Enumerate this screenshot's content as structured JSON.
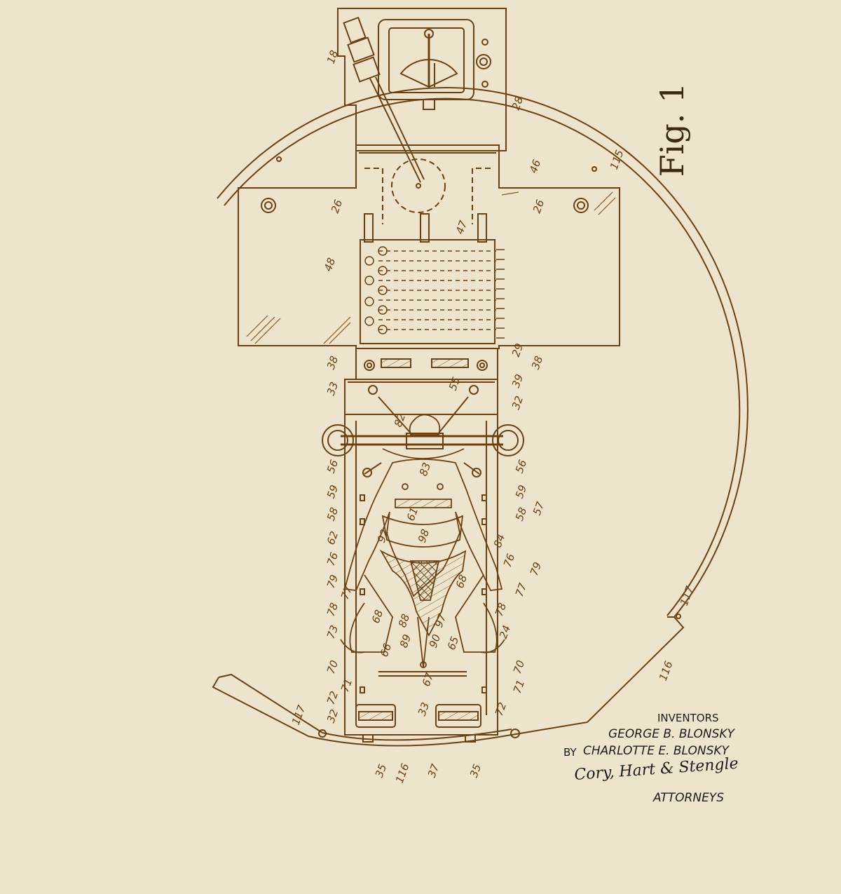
{
  "figure": {
    "label": "Fig. 1"
  },
  "inventors": {
    "heading": "INVENTORS",
    "name_1": "GEORGE B. BLONSKY",
    "by": "BY",
    "name_2": "CHARLOTTE E. BLONSKY",
    "signature": "Cory, Hart & Stengle",
    "attorneys": "ATTORNEYS"
  },
  "reference_numerals": {
    "n18": "18",
    "n28": "28",
    "n115": "115",
    "n46": "46",
    "n26_left": "26",
    "n26_right": "26",
    "n47": "47",
    "n48": "48",
    "n38_left": "38",
    "n29": "29",
    "n38_right": "38",
    "n39": "39",
    "n33_top": "33",
    "n55": "55",
    "n32_right": "32",
    "n82": "82",
    "n56_left": "56",
    "n56_right": "56",
    "n83": "83",
    "n59_left": "59",
    "n59_right": "59",
    "n57": "57",
    "n58_left": "58",
    "n58_right": "58",
    "n62": "62",
    "n61": "61",
    "n92": "92",
    "n84": "84",
    "n98": "98",
    "n76_left": "76",
    "n76_right": "76",
    "n79_left": "79",
    "n79_right": "79",
    "n77_left": "77",
    "n77_right": "77",
    "n78_left": "78",
    "n78_right": "78",
    "n68_right": "68",
    "n68_left": "68",
    "n88": "88",
    "n89": "89",
    "n90": "90",
    "n97": "97",
    "n65": "65",
    "n66": "66",
    "n24": "24",
    "n73": "73",
    "n117_right": "117",
    "n116_right": "116",
    "n70_left": "70",
    "n70_right": "70",
    "n67": "67",
    "n71_left": "71",
    "n71_right": "71",
    "n72_left": "72",
    "n72_right": "72",
    "n32_left": "32",
    "n33_bottom": "33",
    "n117_left": "117",
    "n35_left": "35",
    "n35_right": "35",
    "n116_bottom": "116",
    "n37": "37"
  }
}
